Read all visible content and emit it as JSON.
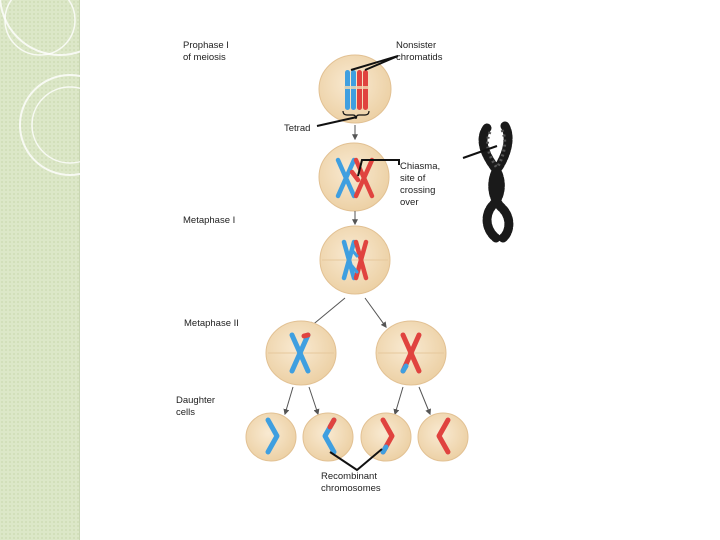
{
  "labels": {
    "prophase": "Prophase I\nof meiosis",
    "nonsister": "Nonsister\nchromatids",
    "tetrad": "Tetrad",
    "chiasma": "Chiasma,\nsite of\ncrossing\nover",
    "metaphase1": "Metaphase I",
    "metaphase2": "Metaphase II",
    "daughter": "Daughter\ncells",
    "recombinant": "Recombinant\nchromosomes"
  },
  "colors": {
    "sidebar": "#dce7c8",
    "cell_fill": "#f1d9b3",
    "cell_edge": "#e2c193",
    "blue": "#3f9fe0",
    "red": "#e0433f",
    "arrow": "#555555",
    "leader": "#111111"
  },
  "icons": [
    "micrograph-chromosome-icon"
  ]
}
